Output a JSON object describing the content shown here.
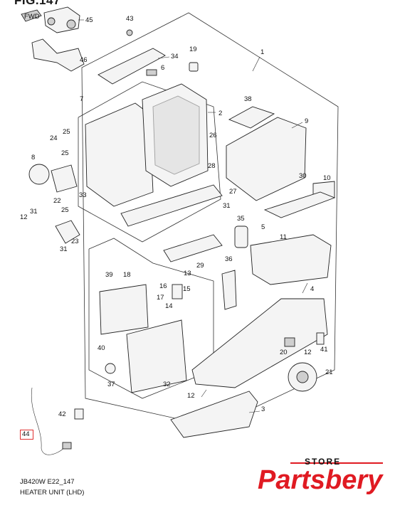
{
  "figure": {
    "title": "FIG.147",
    "code": "JB420W E22_147",
    "name": "HEATER UNIT (LHD)",
    "fwd_label": "FWD",
    "highlighted_part": "44"
  },
  "brand": {
    "store_label": "STORE",
    "name": "Partsbery",
    "color": "#e01a22"
  },
  "parts": [
    {
      "num": "45"
    },
    {
      "num": "43"
    },
    {
      "num": "34"
    },
    {
      "num": "19"
    },
    {
      "num": "1"
    },
    {
      "num": "46"
    },
    {
      "num": "6"
    },
    {
      "num": "7"
    },
    {
      "num": "38"
    },
    {
      "num": "2"
    },
    {
      "num": "9"
    },
    {
      "num": "24"
    },
    {
      "num": "25"
    },
    {
      "num": "25"
    },
    {
      "num": "26"
    },
    {
      "num": "8"
    },
    {
      "num": "28"
    },
    {
      "num": "30"
    },
    {
      "num": "10"
    },
    {
      "num": "22"
    },
    {
      "num": "33"
    },
    {
      "num": "27"
    },
    {
      "num": "25"
    },
    {
      "num": "31"
    },
    {
      "num": "12"
    },
    {
      "num": "31"
    },
    {
      "num": "35"
    },
    {
      "num": "5"
    },
    {
      "num": "11"
    },
    {
      "num": "23"
    },
    {
      "num": "31"
    },
    {
      "num": "36"
    },
    {
      "num": "29"
    },
    {
      "num": "39"
    },
    {
      "num": "18"
    },
    {
      "num": "13"
    },
    {
      "num": "16"
    },
    {
      "num": "15"
    },
    {
      "num": "17"
    },
    {
      "num": "14"
    },
    {
      "num": "4"
    },
    {
      "num": "20"
    },
    {
      "num": "12"
    },
    {
      "num": "41"
    },
    {
      "num": "40"
    },
    {
      "num": "37"
    },
    {
      "num": "32"
    },
    {
      "num": "21"
    },
    {
      "num": "12"
    },
    {
      "num": "42"
    },
    {
      "num": "3"
    },
    {
      "num": "44"
    }
  ]
}
